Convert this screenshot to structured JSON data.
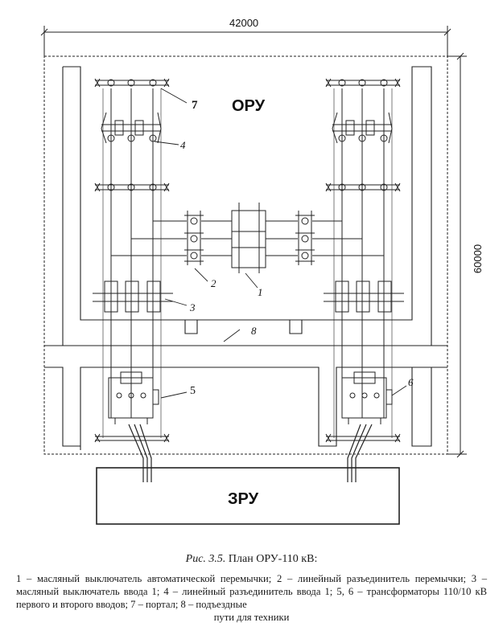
{
  "dimensions": {
    "width_label": "42000",
    "height_label": "60000"
  },
  "labels": {
    "oru": "ОРУ",
    "zru": "ЗРУ",
    "n1": "1",
    "n2": "2",
    "n3": "3",
    "n4": "4",
    "n5": "5",
    "n6": "6",
    "n7": "7",
    "n8": "8"
  },
  "caption": {
    "fig_prefix": "Рис. 3.5.",
    "fig_title": " План ОРУ-110 кВ:",
    "lines": [
      "1 – масляный выключатель автоматической перемычки; 2 – линейный разъединитель",
      "перемычки; 3 – масляный выключатель ввода 1; 4 – линейный разъединитель ввода 1;",
      "5, 6 – трансформаторы 110/10 кВ первого и второго вводов; 7 – портал; 8 – подъездные",
      "пути для техники"
    ]
  }
}
